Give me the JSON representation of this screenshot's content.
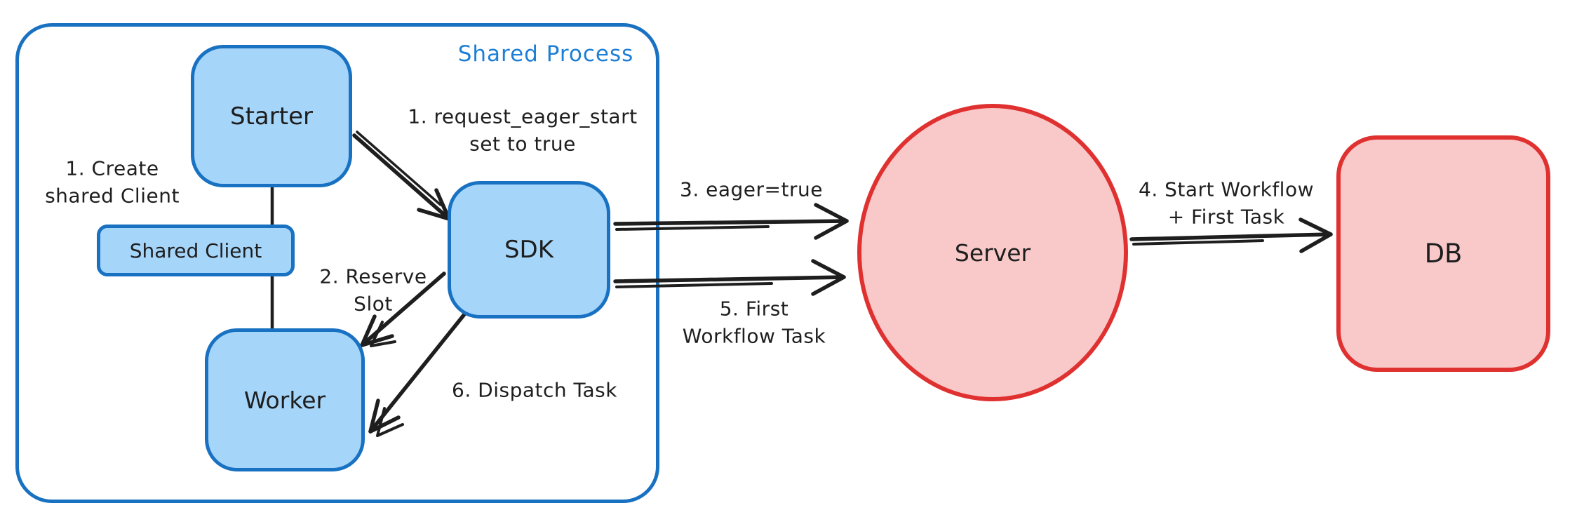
{
  "colors": {
    "blue_stroke": "#1971c2",
    "blue_fill": "#a6d5fa",
    "blue_label": "#1c7ed6",
    "red_stroke": "#e03131",
    "red_fill": "#f9c9c9",
    "ink": "#1e1e1e",
    "background": "#ffffff"
  },
  "diagram": {
    "group_label": "Shared Process",
    "nodes": {
      "starter": {
        "label": "Starter"
      },
      "shared_client": {
        "label": "Shared Client"
      },
      "worker": {
        "label": "Worker"
      },
      "sdk": {
        "label": "SDK"
      },
      "server": {
        "label": "Server"
      },
      "db": {
        "label": "DB"
      }
    },
    "annotations": {
      "create_shared_client": "1. Create\nshared Client",
      "request_eager_start": "1. request_eager_start\nset to true",
      "reserve_slot": "2. Reserve\nSlot",
      "dispatch_task": "6. Dispatch Task",
      "eager_true": "3. eager=true",
      "first_workflow_task": "5. First\nWorkflow Task",
      "start_workflow_first_task": "4. Start Workflow\n+ First Task"
    }
  }
}
